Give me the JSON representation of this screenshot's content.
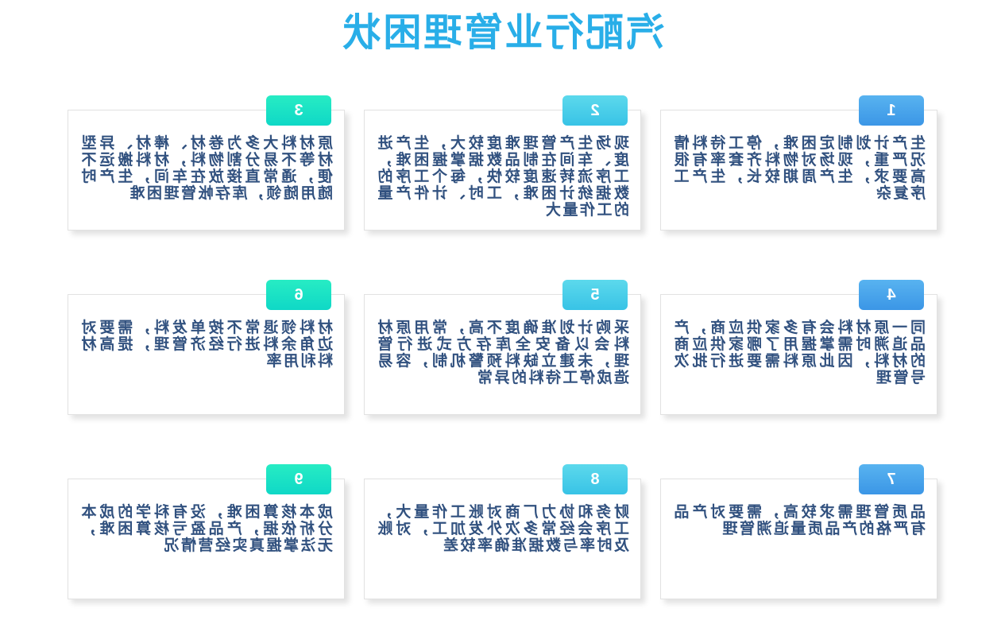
{
  "page": {
    "title": "汽配行业管理困状"
  },
  "colors": {
    "title": "#29aee8",
    "tab_column_1": "#3b96e6",
    "tab_column_2": "#38c3e6",
    "tab_column_3": "#0fd8c6",
    "card_text": "#31517f",
    "background": "#ffffff"
  },
  "cards": [
    {
      "number": "1",
      "text": "生产计划制定困难，停工待料情况严重，现场对物料齐套率有很高要求，生产周期较长，生产工序复杂"
    },
    {
      "number": "2",
      "text": "现场生产管理难度较大，生产进度、车间在制品数据掌握困难，工序流转速度较快，每个工序的数据统计困难，工时、计件产量的工作量大"
    },
    {
      "number": "3",
      "text": "原材料大多为卷材、棒材、异型材等不易分割物料，材料搬运不便，通常直接放在车间，生产时随用随领，库存帐管理困难"
    },
    {
      "number": "4",
      "text": "同一原材料会有多家供应商，产品追溯时需掌握用了哪家供应商的材料，因此原料需要进行批次号管理"
    },
    {
      "number": "5",
      "text": "采购计划准确度不高，常用原材料会以备安全库存方式进行管理，未建立缺料预警机制，容易造成停工待料的异常"
    },
    {
      "number": "6",
      "text": "材料领退常不按单发料，需要对边角余料进行经济管理，提高材料利用率"
    },
    {
      "number": "7",
      "text": "品质管理需求较高，需要对产品有严格的产品质量追溯管理"
    },
    {
      "number": "8",
      "text": "财务和协力厂商对账工作量大，工序会经常多次外发加工，对账及时率与数据准确率较差"
    },
    {
      "number": "9",
      "text": "成本核算困难，没有科学的成本分析依据，产品盈亏核算困难，无法掌握真实经营情况"
    }
  ]
}
